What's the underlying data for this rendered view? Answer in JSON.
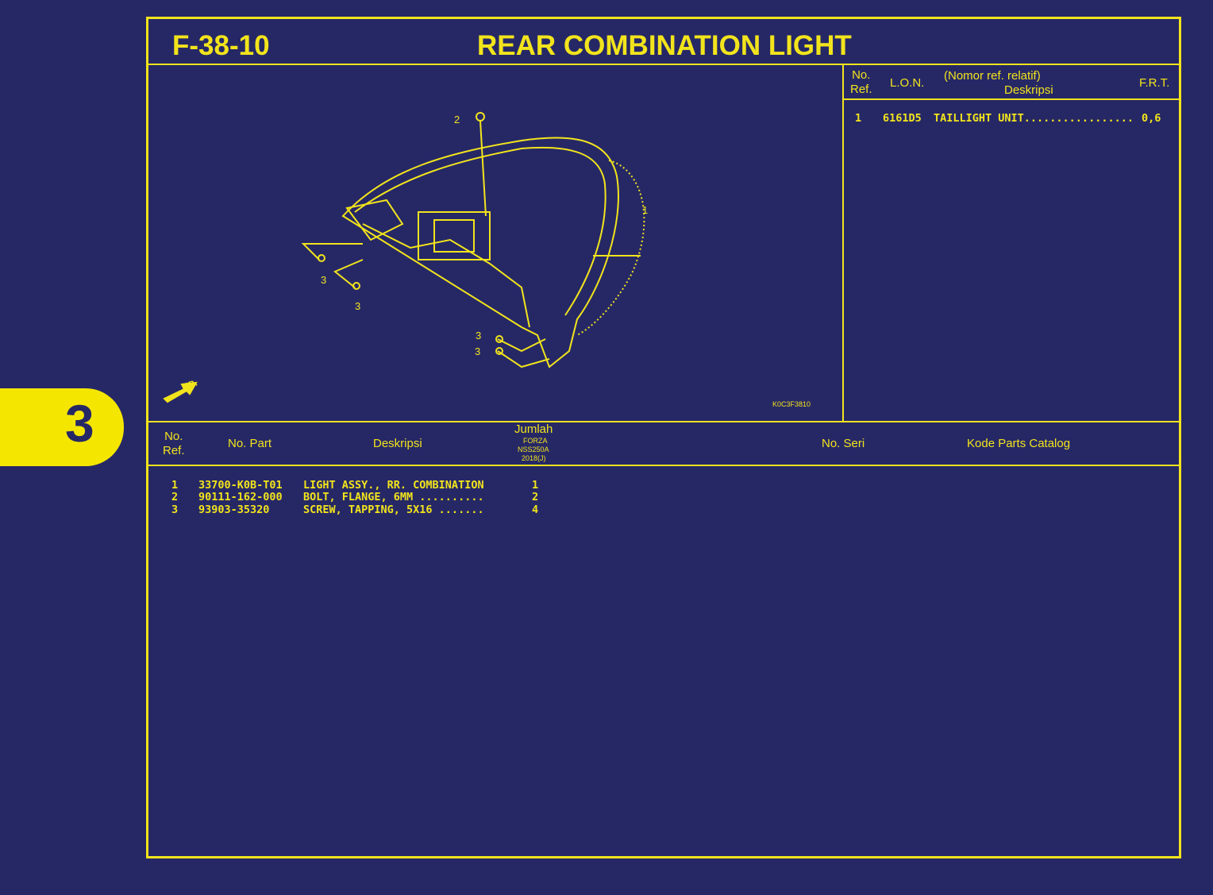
{
  "section_tab": "3",
  "header": {
    "code": "F-38-10",
    "title": "REAR COMBINATION LIGHT"
  },
  "diagram": {
    "callouts": [
      "1",
      "2",
      "3",
      "3",
      "3",
      "3"
    ],
    "front_label": "FR.",
    "drawing_code": "K0C3F3810"
  },
  "labor_table": {
    "headers": {
      "no_ref": "No.\nRef.",
      "lon": "L.O.N.",
      "desc_top": "(Nomor ref. relatif)",
      "desc": "Deskripsi",
      "frt": "F.R.T."
    },
    "rows": [
      {
        "ref": "1",
        "lon": "6161D5",
        "desc": "TAILLIGHT UNIT.................",
        "frt": "0,6"
      }
    ]
  },
  "parts_table": {
    "headers": {
      "no_ref": "No.\nRef.",
      "no_part": "No. Part",
      "desc": "Deskripsi",
      "qty": "Jumlah",
      "model1": "FORZA",
      "model2": "NSS250A",
      "model3": "2018(J)",
      "serial": "No. Seri",
      "catalog": "Kode Parts Catalog"
    },
    "rows": [
      {
        "ref": "1",
        "part": "33700-K0B-T01",
        "desc": "LIGHT ASSY., RR. COMBINATION",
        "qty": "1"
      },
      {
        "ref": "2",
        "part": "90111-162-000",
        "desc": "BOLT, FLANGE, 6MM ..........",
        "qty": "2"
      },
      {
        "ref": "3",
        "part": "93903-35320",
        "desc": "SCREW, TAPPING, 5X16 .......",
        "qty": "4"
      }
    ]
  },
  "colors": {
    "background": "#262866",
    "accent": "#f2e41c"
  }
}
